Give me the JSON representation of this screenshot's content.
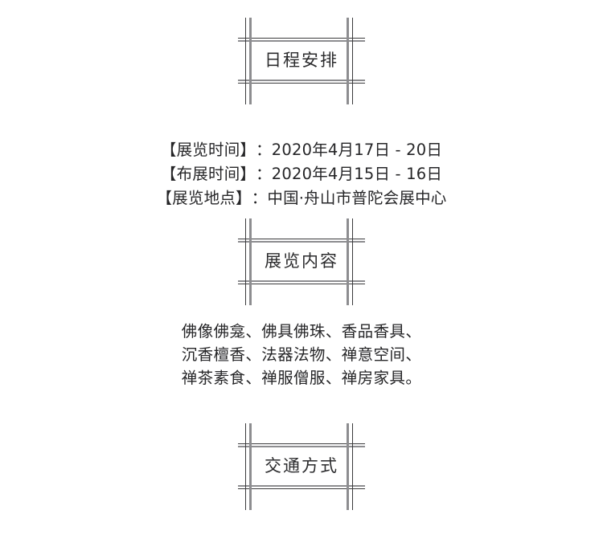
{
  "page": {
    "background_color": "#ffffff",
    "text_color": "#262628",
    "rule_dark_color": "#3a3a3c",
    "rule_grey_color": "#8d8d90"
  },
  "sections": {
    "schedule": {
      "heading": "日程安排",
      "lines": [
        {
          "label": "【展览时间】",
          "value": "：2020年4月17日 - 20日"
        },
        {
          "label": "【布展时间】",
          "value": "：2020年4月15日 - 16日"
        },
        {
          "label": "【展览地点】",
          "value": "：中国·舟山市普陀会展中心"
        }
      ]
    },
    "exhibits": {
      "heading": "展览内容",
      "lines": [
        "佛像佛龛、佛具佛珠、香品香具、",
        "沉香檀香、法器法物、禅意空间、",
        "禅茶素食、禅服僧服、禅房家具。"
      ]
    },
    "transport": {
      "heading": "交通方式"
    }
  }
}
